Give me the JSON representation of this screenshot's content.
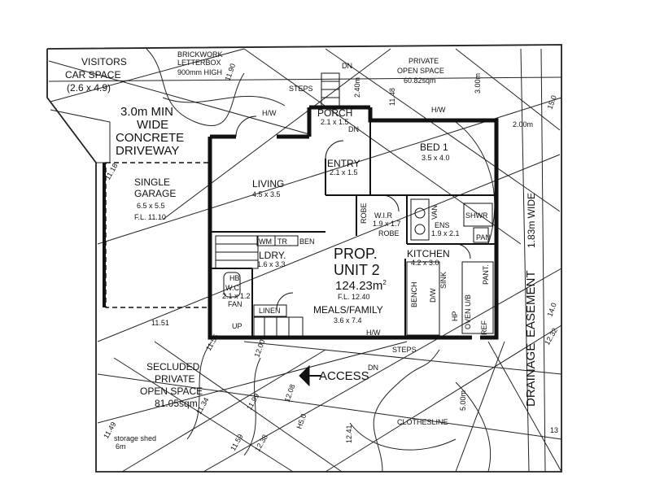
{
  "labels": {
    "visitors_car_space": "VISITORS",
    "car_space": "CAR SPACE",
    "car_space_dim": "(2.6 x 4.9)",
    "brickwork": "BRICKWORK",
    "letterbox": "LETTERBOX",
    "letterbox_height": "900mm HIGH",
    "driveway_1": "3.0m MIN",
    "driveway_2": "WIDE",
    "driveway_3": "CONCRETE",
    "driveway_4": "DRIVEWAY",
    "private_open_1": "PRIVATE",
    "private_open_2": "OPEN SPACE",
    "private_open_area": "60.82sqm",
    "steps_top": "STEPS",
    "dn_top": "DN",
    "hw_top_left": "H/W",
    "hw_top_right": "H/W",
    "porch": "PORCH",
    "porch_dim": "2.1 x 1.5",
    "dn_porch": "DN",
    "entry": "ENTRY",
    "entry_dim": "2.1 x 1.5",
    "bed1": "BED 1",
    "bed1_dim": "3.5 x 4.0",
    "living": "LIVING",
    "living_dim": "4.5 x 3.5",
    "garage_1": "SINGLE",
    "garage_2": "GARAGE",
    "garage_dim": "6.5 x 5.5",
    "garage_fl": "F.L. 11.10",
    "wir": "W.I.R",
    "wir_dim": "1.9 x 1.7",
    "robe_v": "ROBE",
    "robe_h": "ROBE",
    "van": "VAN",
    "shwr": "SHWR",
    "ens": "ENS",
    "ens_dim": "1.9 x 2.1",
    "wm": "WM",
    "tr": "TR",
    "ben": "BEN",
    "ldry": "LDRY.",
    "ldry_dim": "1.6 x 3.3",
    "prop_1": "PROP.",
    "prop_2": "UNIT 2",
    "unit_area": "124.23m",
    "unit_area_sup": "2",
    "unit_fl": "F.L. 12.40",
    "kitchen": "KITCHEN",
    "kitchen_dim": "4.2 x 3.0",
    "pan": "PAN",
    "pant": "PANT.",
    "hb": "HB",
    "wc": "W.C.",
    "wc_dim": "2.1 x 1.2",
    "wc_fan": "FAN",
    "linen": "LINEN",
    "meals": "MEALS/FAMILY",
    "meals_dim": "3.6 x 7.4",
    "bench": "BENCH",
    "dw": "D/W",
    "sink": "SINK",
    "hp": "HP",
    "oven": "OVEN U/B",
    "ref": "REF",
    "up": "UP",
    "hw_bottom": "H/W",
    "steps_bottom": "STEPS",
    "dn_bottom": "DN",
    "access": "ACCESS",
    "secluded_1": "SECLUDED",
    "secluded_2": "PRIVATE",
    "secluded_3": "OPEN SPACE",
    "secluded_area": "81.05sqm",
    "storage_shed": "storage shed",
    "shed_dim": "6m",
    "clothesline": "CLOTHESLINE",
    "drainage_1": "DRAINAGE",
    "drainage_2": "EASEMENT",
    "drainage_3": "1.83m WIDE",
    "dim_240": "2.40m",
    "dim_200": "2.00m",
    "dim_300": "3.00m",
    "dim_500": "5.00m",
    "lvl_1148": "11.48",
    "lvl_1151": "11.51",
    "lvl_1155": "11.55",
    "lvl_1159": "11.59",
    "lvl_1149": "11.49",
    "lvl_1238": "12.38",
    "lvl_1241": "12.41",
    "lvl_1208": "12.08",
    "lvl_1232": "12.32",
    "lvl_1118": "11.18",
    "lvl_140": "14.0",
    "lvl_150": "15.0",
    "lvl_13": "13",
    "lvl_1200": "12.00",
    "lvl_1190": "11.90",
    "lvl_1134": "11.34",
    "lvl_1199": "11.99",
    "lvl_h50": "H5.0"
  }
}
